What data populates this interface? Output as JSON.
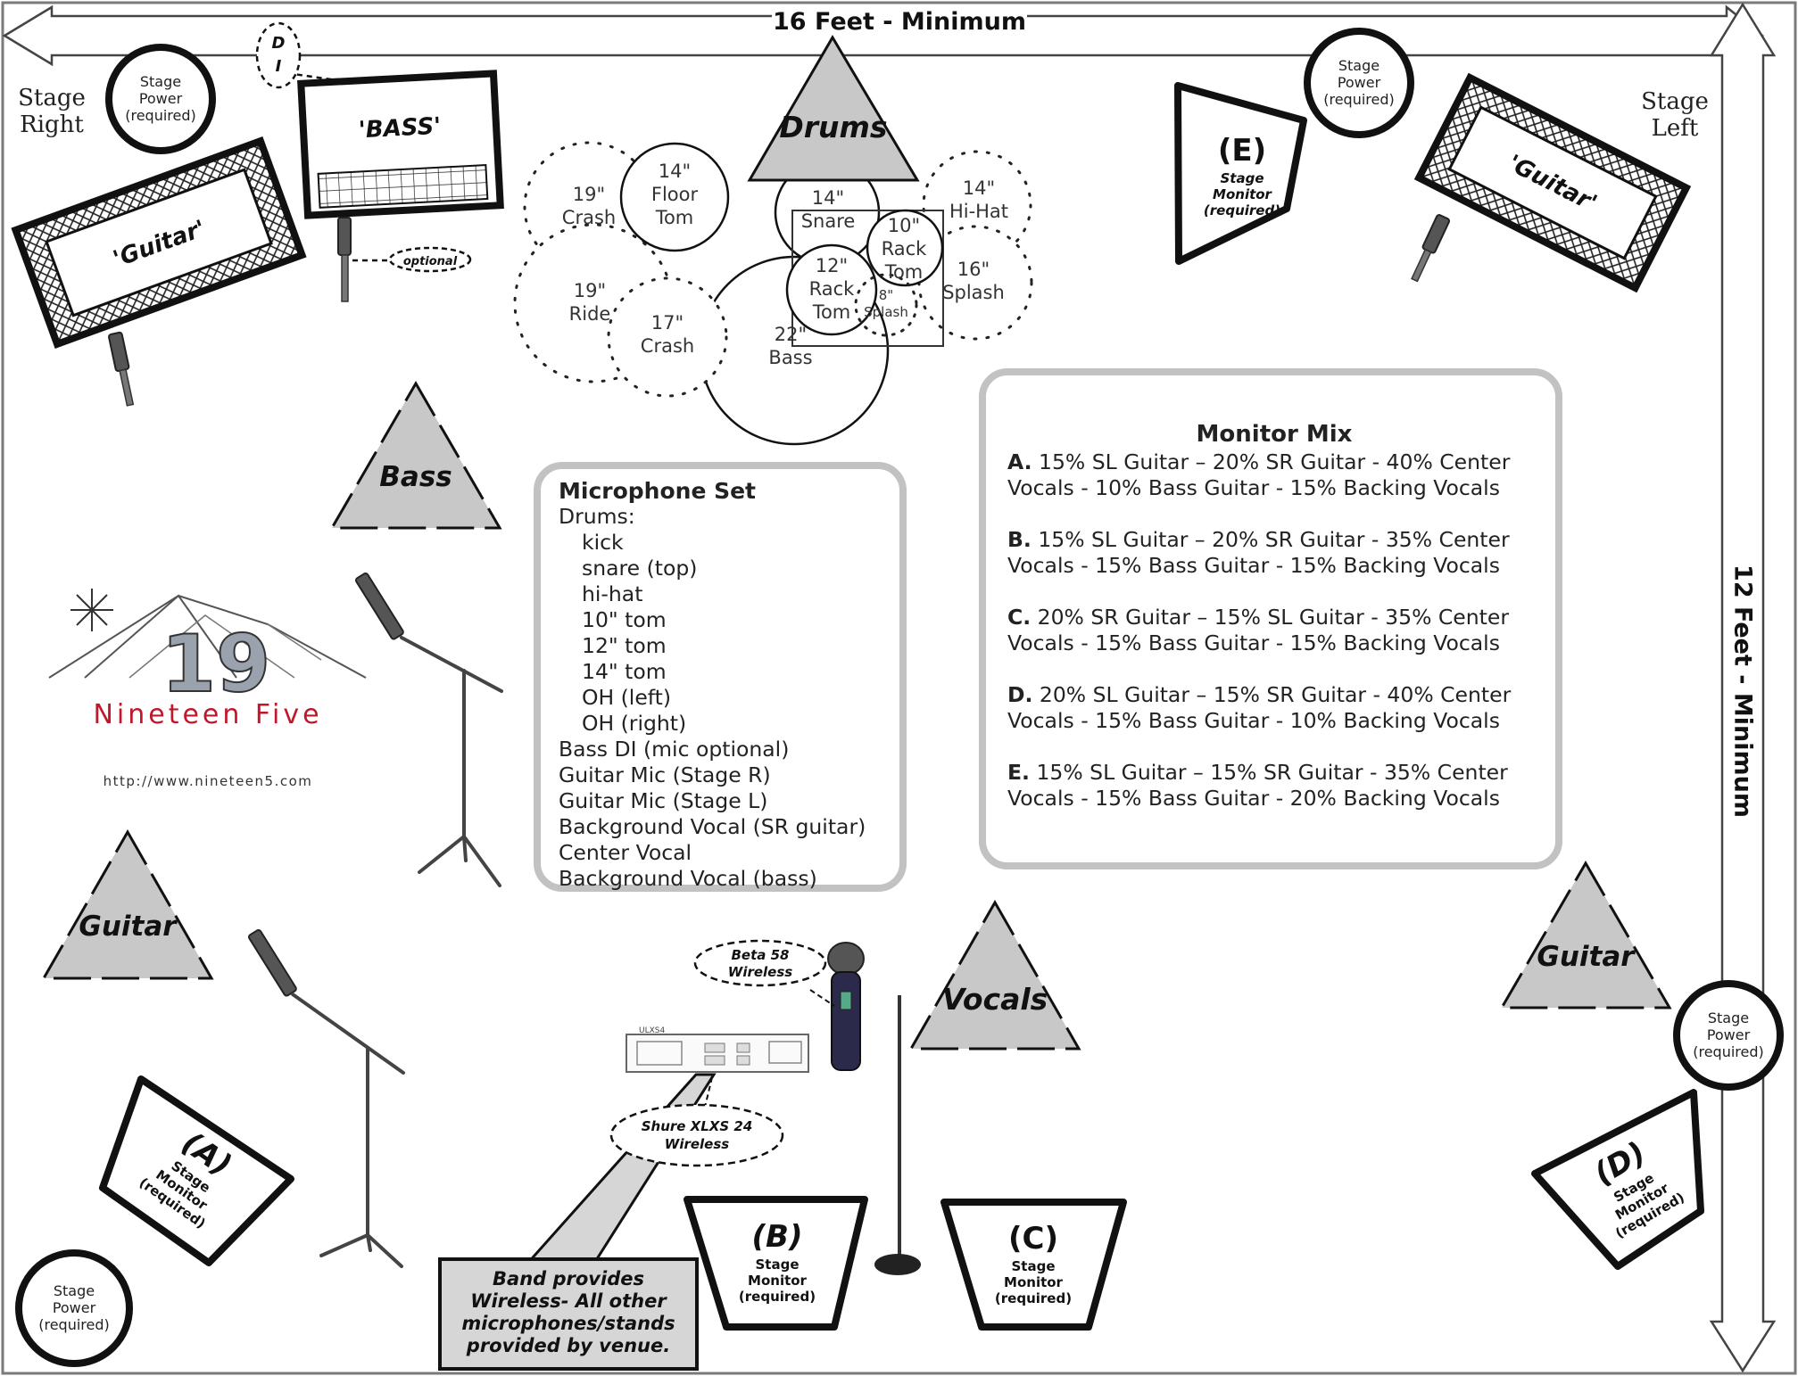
{
  "dims": {
    "width_label": "16 Feet - Minimum",
    "depth_label": "12 Feet - Minimum"
  },
  "side_labels": {
    "stage_right": [
      "Stage",
      "Right"
    ],
    "stage_left": [
      "Stage",
      "Left"
    ]
  },
  "power": {
    "line1": "Stage",
    "line2": "Power",
    "line3": "(required)"
  },
  "instruments": {
    "drums": "Drums",
    "bass": "Bass",
    "guitar": "Guitar",
    "vocals": "Vocals"
  },
  "amps": {
    "guitar": "'Guitar'",
    "bass": "'BASS'",
    "di": [
      "D",
      "I"
    ],
    "optional": "optional"
  },
  "drum_kit": {
    "crash19": [
      "19\"",
      "Crash"
    ],
    "floor_tom": [
      "14\"",
      "Floor",
      "Tom"
    ],
    "snare": [
      "14\"",
      "Snare"
    ],
    "hihat": [
      "14\"",
      "Hi-Hat"
    ],
    "rack10": [
      "10\"",
      "Rack",
      "Tom"
    ],
    "splash16": [
      "16\"",
      "Splash"
    ],
    "ride": [
      "19\"",
      "Ride"
    ],
    "rack12": [
      "12\"",
      "Rack",
      "Tom"
    ],
    "splash8": [
      "8\"",
      "Splash"
    ],
    "crash17": [
      "17\"",
      "Crash"
    ],
    "bass22": [
      "22\"",
      "Bass"
    ]
  },
  "monitors": {
    "a": "(A)",
    "b": "(B)",
    "c": "(C)",
    "d": "(D)",
    "e": "(E)",
    "line1": "Stage",
    "line2": "Monitor",
    "line3": "(required)"
  },
  "mic_set": {
    "title": "Microphone Set",
    "drums_label": "Drums:",
    "drum_items": [
      "kick",
      "snare (top)",
      "hi-hat",
      "10\" tom",
      "12\" tom",
      "14\" tom",
      "OH (left)",
      "OH (right)"
    ],
    "other_items": [
      "Bass DI (mic optional)",
      "Guitar Mic (Stage R)",
      "Guitar Mic (Stage L)",
      "Background Vocal (SR guitar)",
      "Center Vocal",
      "Background Vocal (bass)"
    ]
  },
  "monitor_mix": {
    "title": "Monitor Mix",
    "entries": [
      {
        "key": "A.",
        "line1": " 15% SL Guitar – 20% SR Guitar - 40% Center",
        "line2": "Vocals - 10% Bass Guitar - 15% Backing Vocals"
      },
      {
        "key": "B.",
        "line1": " 15% SL Guitar – 20% SR Guitar - 35% Center",
        "line2": "Vocals - 15% Bass Guitar - 15% Backing Vocals"
      },
      {
        "key": "C.",
        "line1": " 20% SR Guitar – 15% SL Guitar - 35% Center",
        "line2": "Vocals - 15% Bass Guitar - 15% Backing Vocals"
      },
      {
        "key": "D.",
        "line1": " 20% SL Guitar – 15% SR Guitar - 40% Center",
        "line2": "Vocals - 15% Bass Guitar - 10% Backing Vocals"
      },
      {
        "key": "E.",
        "line1": " 15% SL Guitar – 15% SR Guitar - 35% Center",
        "line2": "Vocals - 15% Bass Guitar - 20% Backing Vocals"
      }
    ]
  },
  "wireless": {
    "beta58": [
      "Beta 58",
      "Wireless"
    ],
    "shure": [
      "Shure XLXS 24",
      "Wireless"
    ],
    "receiver_label": "ULXS4",
    "note": [
      "Band  provides",
      "Wireless- All other",
      "microphones/stands",
      "provided  by venue."
    ]
  },
  "logo": {
    "number": "19",
    "name": "Nineteen Five",
    "url": "http://www.nineteen5.com"
  },
  "colors": {
    "ink": "#111111",
    "triangle_fill": "#c8c8c8",
    "panel_border": "#c2c2c2",
    "logo_red": "#c0182a",
    "logo_grey": "#9aa3ad",
    "mic_purple": "#2c2a4a"
  }
}
